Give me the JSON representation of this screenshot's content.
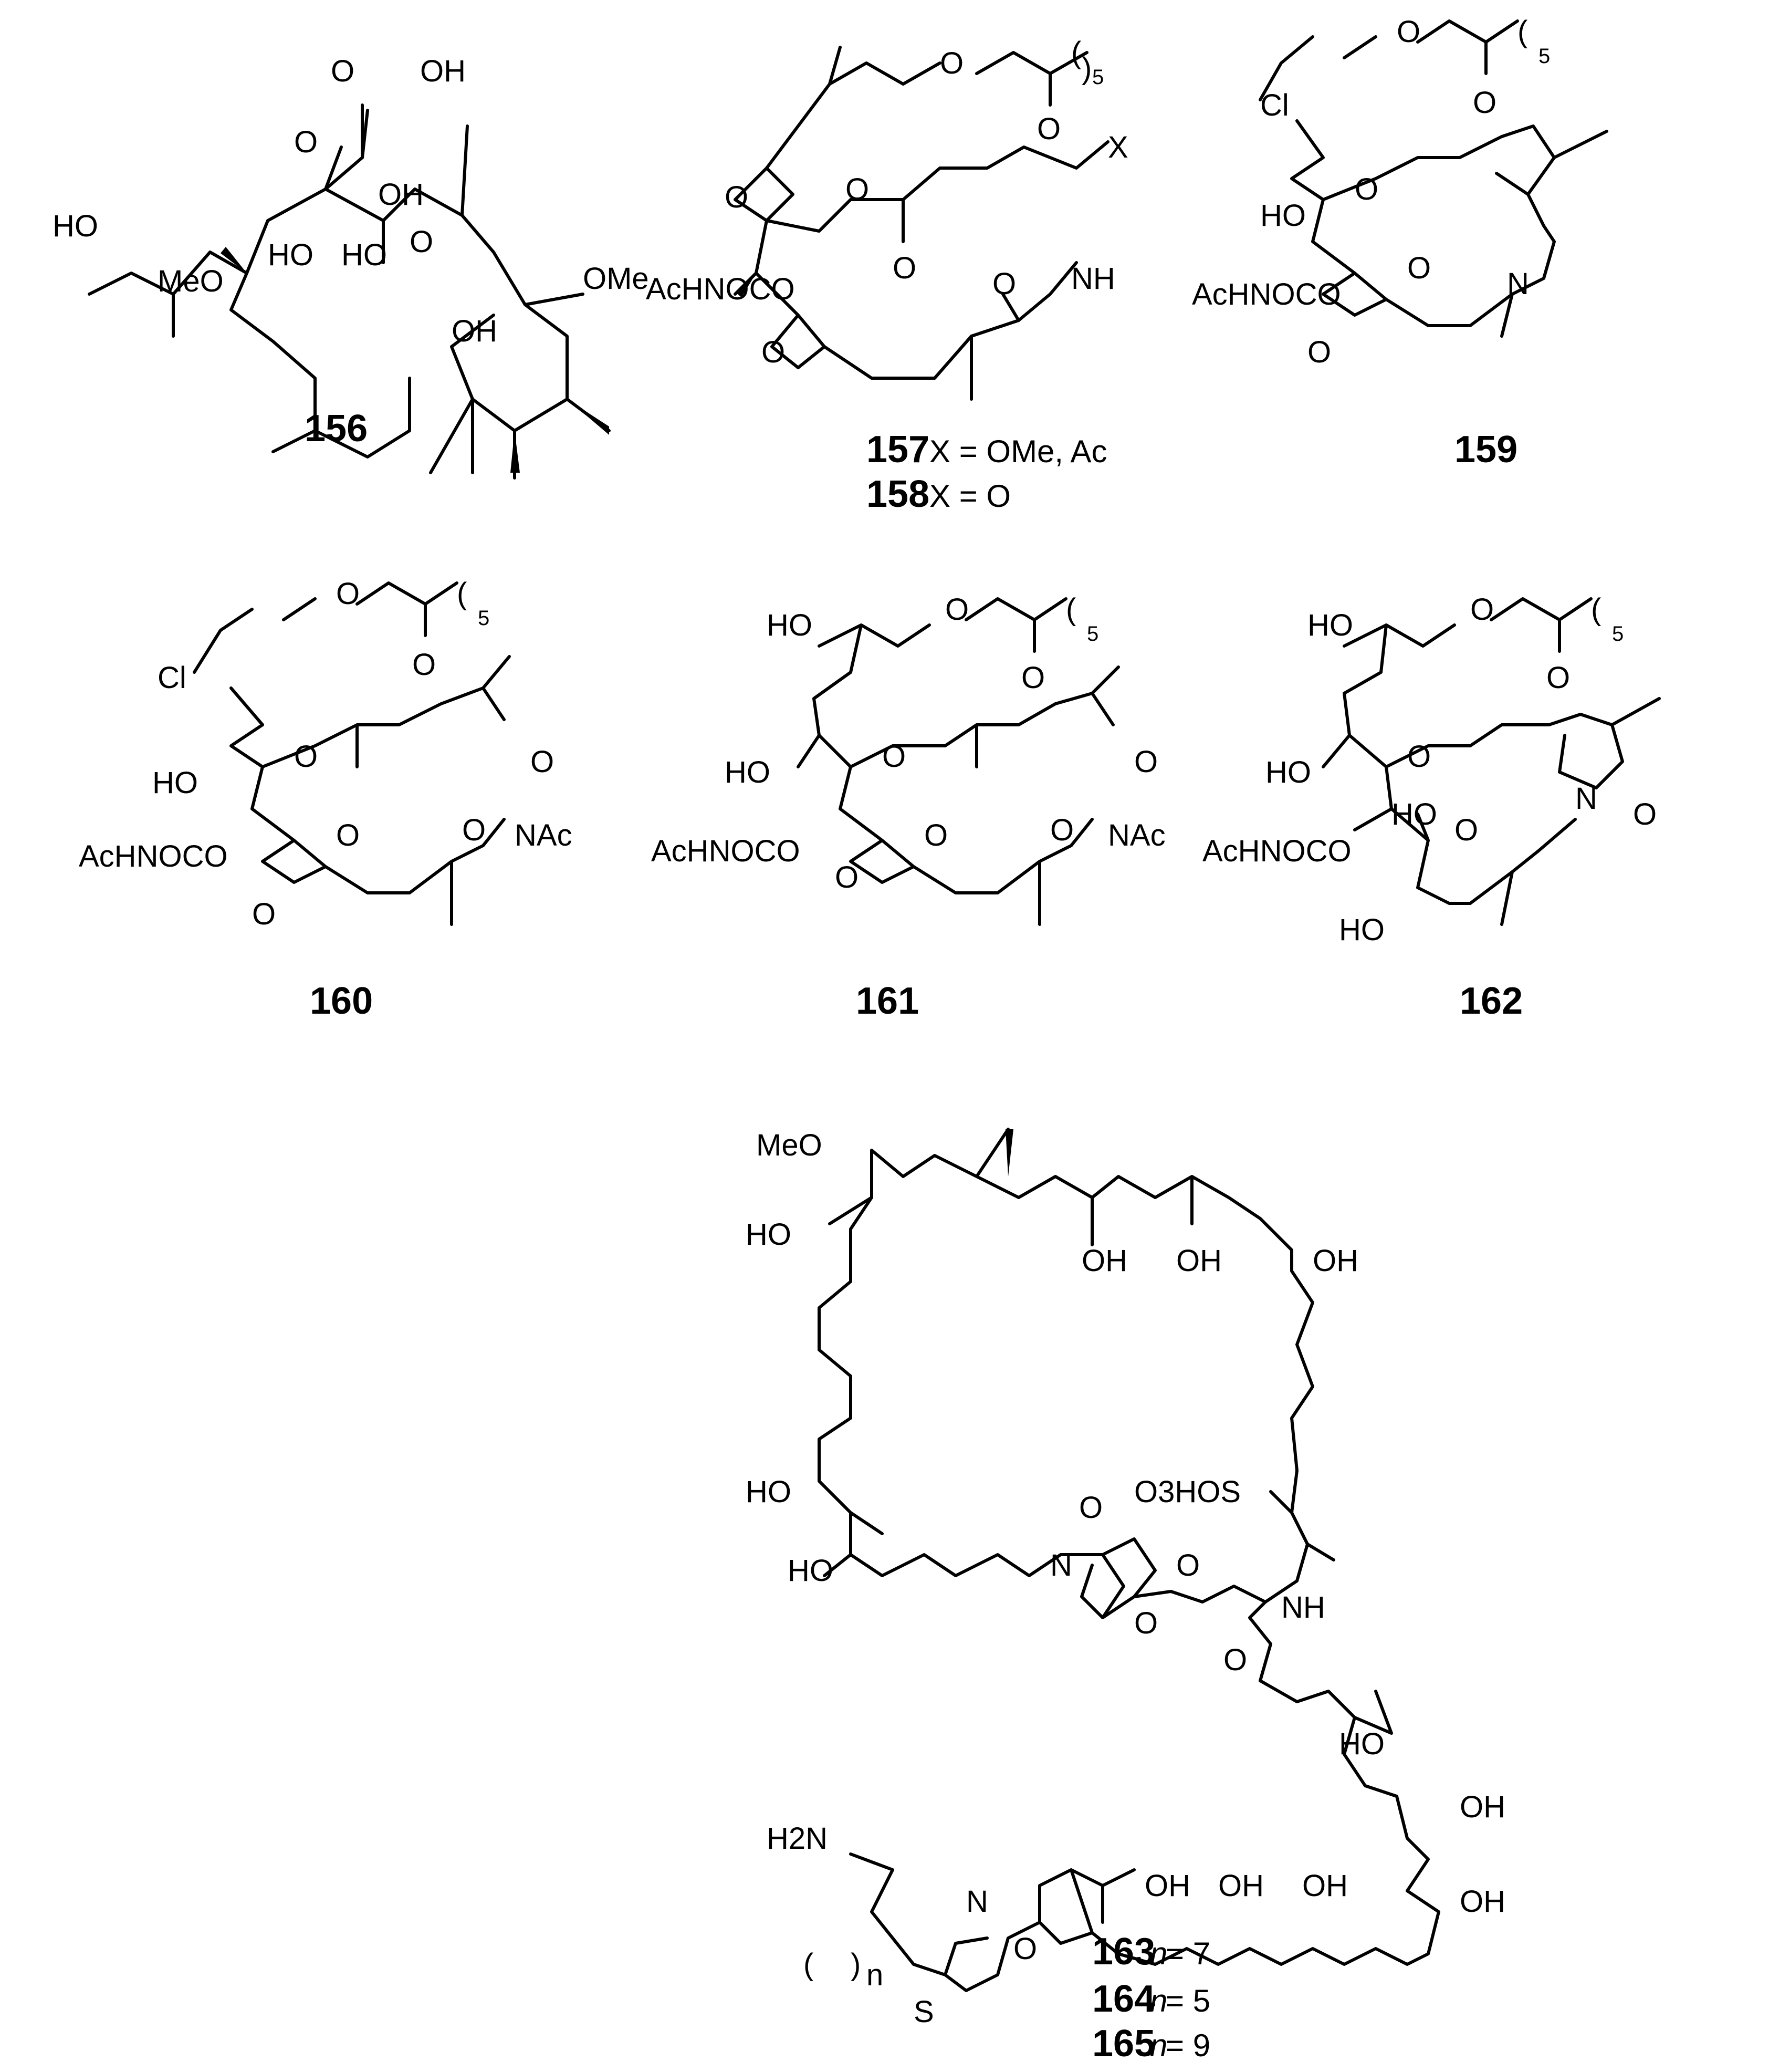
{
  "compounds": {
    "c156": {
      "number": "156"
    },
    "c157": {
      "number": "157",
      "suffix": " X = OMe, Ac"
    },
    "c158": {
      "number": "158",
      "suffix": " X = O"
    },
    "c159": {
      "number": "159"
    },
    "c160": {
      "number": "160"
    },
    "c161": {
      "number": "161"
    },
    "c162": {
      "number": "162"
    },
    "c163": {
      "number": "163",
      "var": "n",
      "suffix": " = 7"
    },
    "c164": {
      "number": "164",
      "var": "n",
      "suffix": " = 5"
    },
    "c165": {
      "number": "165",
      "var": "n",
      "suffix": " = 9"
    }
  },
  "atoms": {
    "O": "O",
    "OH": "OH",
    "HO": "HO",
    "MeO": "MeO",
    "OMe": "OMe",
    "Cl": "Cl",
    "N": "N",
    "NH": "NH",
    "NAc": "NAc",
    "X": "X",
    "S": "S",
    "AcHNOCO": "AcHNOCO",
    "O3HOS": "O3HOS",
    "H2N": "H2N",
    "five": "5",
    "n": "n",
    "paren_l": "(",
    "paren_r": ")"
  }
}
